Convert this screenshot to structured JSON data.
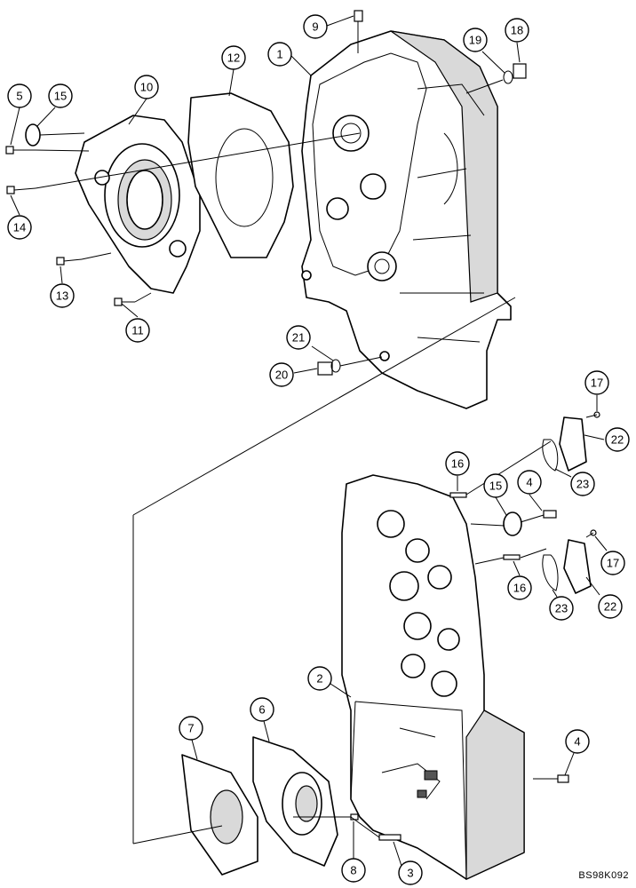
{
  "reference_code": "BS98K092",
  "callouts": [
    "1",
    "2",
    "3",
    "4",
    "4",
    "5",
    "6",
    "7",
    "8",
    "9",
    "10",
    "11",
    "12",
    "13",
    "14",
    "15",
    "15",
    "16",
    "16",
    "17",
    "17",
    "18",
    "19",
    "20",
    "21",
    "22",
    "22",
    "23",
    "23"
  ],
  "colors": {
    "line": "#000000",
    "background": "#ffffff",
    "shade": "#d9d9d9"
  }
}
